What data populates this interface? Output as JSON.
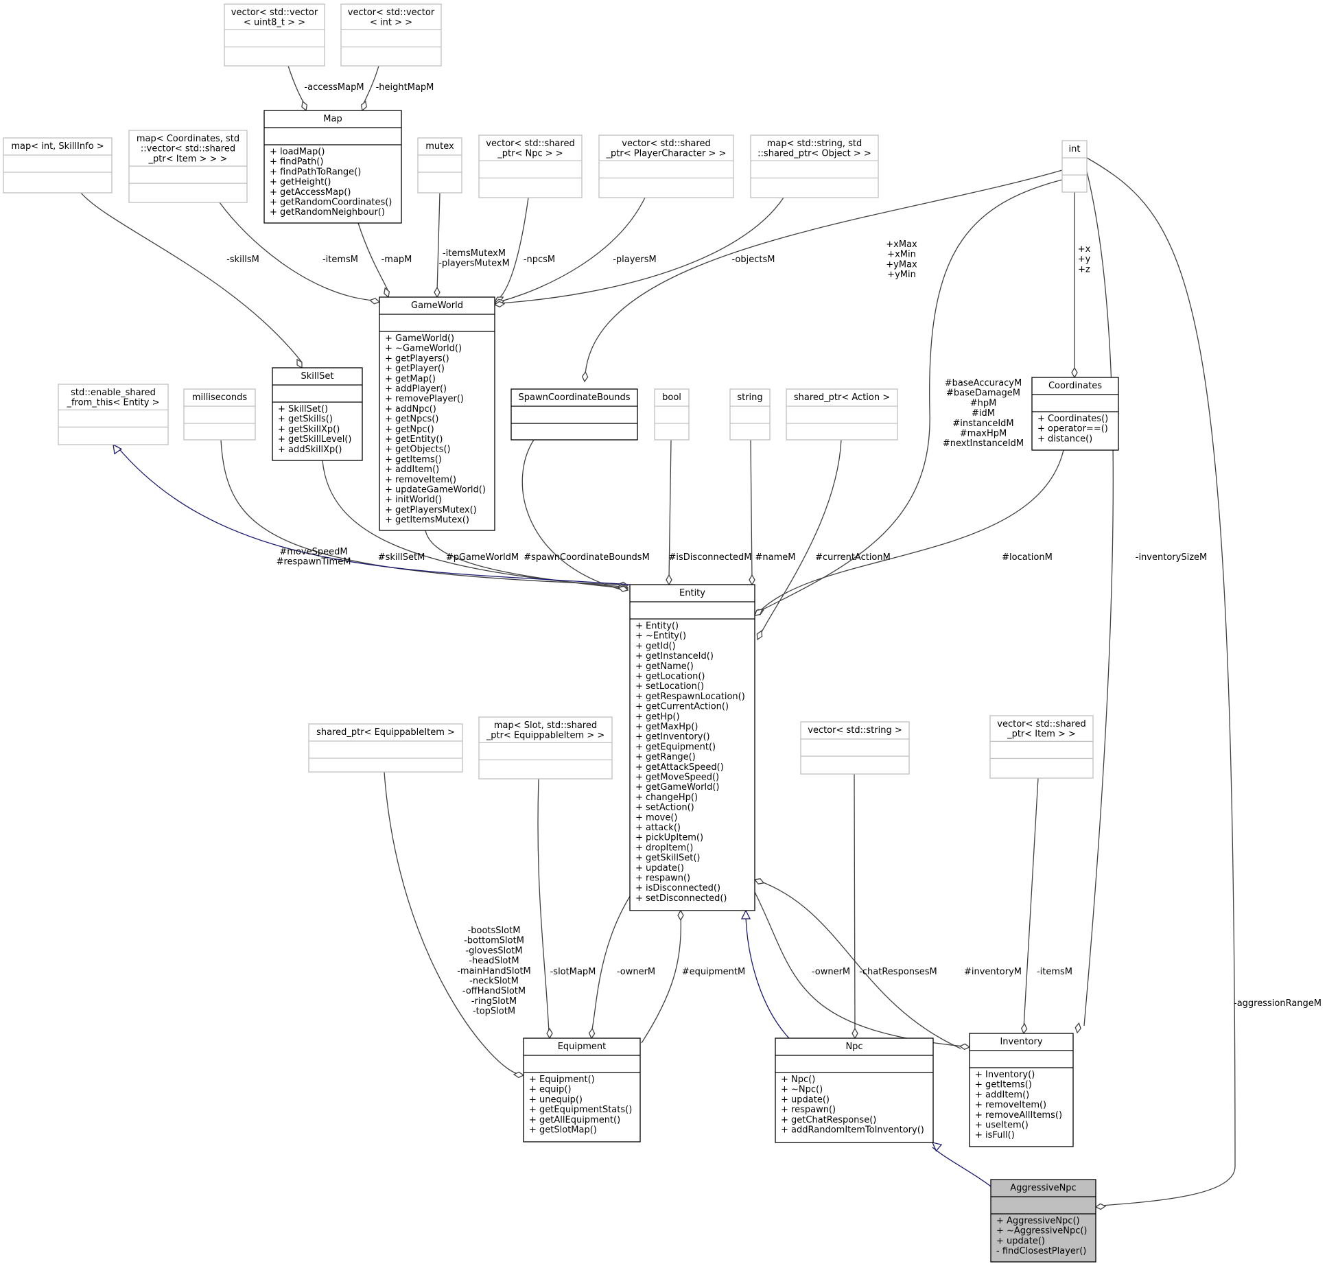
{
  "classes": [
    {
      "id": "vec_uint8",
      "name": "vector< std::vector\n< uint8_t > >",
      "members": [],
      "style": "light"
    },
    {
      "id": "vec_int",
      "name": "vector< std::vector\n< int > >",
      "members": [],
      "style": "light"
    },
    {
      "id": "map",
      "name": "Map",
      "members": [
        "+ loadMap()",
        "+ findPath()",
        "+ findPathToRange()",
        "+ getHeight()",
        "+ getAccessMap()",
        "+ getRandomCoordinates()",
        "+ getRandomNeighbour()"
      ],
      "style": "dark"
    },
    {
      "id": "map_skill",
      "name": "map< int, SkillInfo >",
      "members": [],
      "style": "light"
    },
    {
      "id": "map_coord",
      "name": "map< Coordinates, std\n::vector< std::shared\n_ptr< Item > > >",
      "members": [],
      "style": "light"
    },
    {
      "id": "mutex",
      "name": "mutex",
      "members": [],
      "style": "light"
    },
    {
      "id": "vec_npc",
      "name": "vector< std::shared\n_ptr< Npc > >",
      "members": [],
      "style": "light"
    },
    {
      "id": "vec_pc",
      "name": "vector< std::shared\n_ptr< PlayerCharacter > >",
      "members": [],
      "style": "light"
    },
    {
      "id": "map_obj",
      "name": "map< std::string, std\n::shared_ptr< Object > >",
      "members": [],
      "style": "light"
    },
    {
      "id": "int",
      "name": "int",
      "members": [],
      "style": "light"
    },
    {
      "id": "gameworld",
      "name": "GameWorld",
      "members": [
        "+ GameWorld()",
        "+ ~GameWorld()",
        "+ getPlayers()",
        "+ getPlayer()",
        "+ getMap()",
        "+ addPlayer()",
        "+ removePlayer()",
        "+ addNpc()",
        "+ getNpcs()",
        "+ getNpc()",
        "+ getEntity()",
        "+ getObjects()",
        "+ getItems()",
        "+ addItem()",
        "+ removeItem()",
        "+ updateGameWorld()",
        "+ initWorld()",
        "+ getPlayersMutex()",
        "+ getItemsMutex()"
      ],
      "style": "dark"
    },
    {
      "id": "skillset",
      "name": "SkillSet",
      "members": [
        "+ SkillSet()",
        "+ getSkills()",
        "+ getSkillXp()",
        "+ getSkillLevel()",
        "+ addSkillXp()"
      ],
      "style": "dark"
    },
    {
      "id": "enable_shared",
      "name": "std::enable_shared\n_from_this< Entity >",
      "members": [],
      "style": "light"
    },
    {
      "id": "milliseconds",
      "name": "milliseconds",
      "members": [],
      "style": "light"
    },
    {
      "id": "spawnbounds",
      "name": "SpawnCoordinateBounds",
      "members": [],
      "style": "dark"
    },
    {
      "id": "bool",
      "name": "bool",
      "members": [],
      "style": "light"
    },
    {
      "id": "string",
      "name": "string",
      "members": [],
      "style": "light"
    },
    {
      "id": "sp_action",
      "name": "shared_ptr< Action >",
      "members": [],
      "style": "light"
    },
    {
      "id": "coordinates",
      "name": "Coordinates",
      "members": [
        "+ Coordinates()",
        "+ operator==()",
        "+ distance()"
      ],
      "style": "dark"
    },
    {
      "id": "entity",
      "name": "Entity",
      "members": [
        "+ Entity()",
        "+ ~Entity()",
        "+ getId()",
        "+ getInstanceId()",
        "+ getName()",
        "+ getLocation()",
        "+ setLocation()",
        "+ getRespawnLocation()",
        "+ getCurrentAction()",
        "+ getHp()",
        "+ getMaxHp()",
        "+ getInventory()",
        "+ getEquipment()",
        "+ getRange()",
        "+ getAttackSpeed()",
        "+ getMoveSpeed()",
        "+ getGameWorld()",
        "+ changeHp()",
        "+ setAction()",
        "+ move()",
        "+ attack()",
        "+ pickUpItem()",
        "+ dropItem()",
        "+ getSkillSet()",
        "+ update()",
        "+ respawn()",
        "+ isDisconnected()",
        "+ setDisconnected()"
      ],
      "style": "dark"
    },
    {
      "id": "sp_equip",
      "name": "shared_ptr< EquippableItem >",
      "members": [],
      "style": "light"
    },
    {
      "id": "map_slot",
      "name": "map< Slot, std::shared\n_ptr< EquippableItem > >",
      "members": [],
      "style": "light"
    },
    {
      "id": "vec_string",
      "name": "vector< std::string >",
      "members": [],
      "style": "light"
    },
    {
      "id": "vec_item",
      "name": "vector< std::shared\n_ptr< Item > >",
      "members": [],
      "style": "light"
    },
    {
      "id": "equipment",
      "name": "Equipment",
      "members": [
        "+ Equipment()",
        "+ equip()",
        "+ unequip()",
        "+ getEquipmentStats()",
        "+ getAllEquipment()",
        "+ getSlotMap()"
      ],
      "style": "dark"
    },
    {
      "id": "npc",
      "name": "Npc",
      "members": [
        "+ Npc()",
        "+ ~Npc()",
        "+ update()",
        "+ respawn()",
        "+ getChatResponse()",
        "+ addRandomItemToInventory()"
      ],
      "style": "dark"
    },
    {
      "id": "inventory",
      "name": "Inventory",
      "members": [
        "+ Inventory()",
        "+ getItems()",
        "+ addItem()",
        "+ removeItem()",
        "+ removeAllItems()",
        "+ useItem()",
        "+ isFull()"
      ],
      "style": "dark"
    },
    {
      "id": "aggressive",
      "name": "AggressiveNpc",
      "members": [
        "+ AggressiveNpc()",
        "+ ~AggressiveNpc()",
        "+ update()",
        "- findClosestPlayer()"
      ],
      "style": "highlight"
    }
  ],
  "edge_labels": [
    {
      "id": "accessMap",
      "text": "-accessMapM"
    },
    {
      "id": "heightMap",
      "text": "-heightMapM"
    },
    {
      "id": "skills",
      "text": "-skillsM"
    },
    {
      "id": "items",
      "text": "-itemsM"
    },
    {
      "id": "mapM",
      "text": "-mapM"
    },
    {
      "id": "mutexes",
      "text": "-itemsMutexM\n-playersMutexM"
    },
    {
      "id": "npcs",
      "text": "-npcsM"
    },
    {
      "id": "players",
      "text": "-playersM"
    },
    {
      "id": "objects",
      "text": "-objectsM"
    },
    {
      "id": "bounds_fields",
      "text": "+xMax\n+xMin\n+yMax\n+yMin"
    },
    {
      "id": "xyz",
      "text": "+x\n+y\n+z"
    },
    {
      "id": "int_fields",
      "text": "#baseAccuracyM\n#baseDamageM\n#hpM\n#idM\n#instanceIdM\n#maxHpM\n#nextInstanceIdM"
    },
    {
      "id": "ms_fields",
      "text": "#moveSpeedM\n#respawnTimeM"
    },
    {
      "id": "skillSetM",
      "text": "#skillSetM"
    },
    {
      "id": "pGameWorld",
      "text": "#pGameWorldM"
    },
    {
      "id": "spawnBoundsM",
      "text": "#spawnCoordinateBoundsM"
    },
    {
      "id": "isDisc",
      "text": "#isDisconnectedM"
    },
    {
      "id": "nameM",
      "text": "#nameM"
    },
    {
      "id": "currentAction",
      "text": "#currentActionM"
    },
    {
      "id": "locationM",
      "text": "#locationM"
    },
    {
      "id": "invSize",
      "text": "-inventorySizeM"
    },
    {
      "id": "aggroRange",
      "text": "-aggressionRangeM"
    },
    {
      "id": "slots",
      "text": "-bootsSlotM\n-bottomSlotM\n-glovesSlotM\n-headSlotM\n-mainHandSlotM\n-neckSlotM\n-offHandSlotM\n-ringSlotM\n-topSlotM"
    },
    {
      "id": "slotMap",
      "text": "-slotMapM"
    },
    {
      "id": "ownerEq",
      "text": "-ownerM"
    },
    {
      "id": "equipmentM",
      "text": "#equipmentM"
    },
    {
      "id": "ownerInv",
      "text": "-ownerM"
    },
    {
      "id": "chatResp",
      "text": "-chatResponsesM"
    },
    {
      "id": "inventoryM",
      "text": "#inventoryM"
    },
    {
      "id": "itemsInv",
      "text": "-itemsM"
    }
  ]
}
